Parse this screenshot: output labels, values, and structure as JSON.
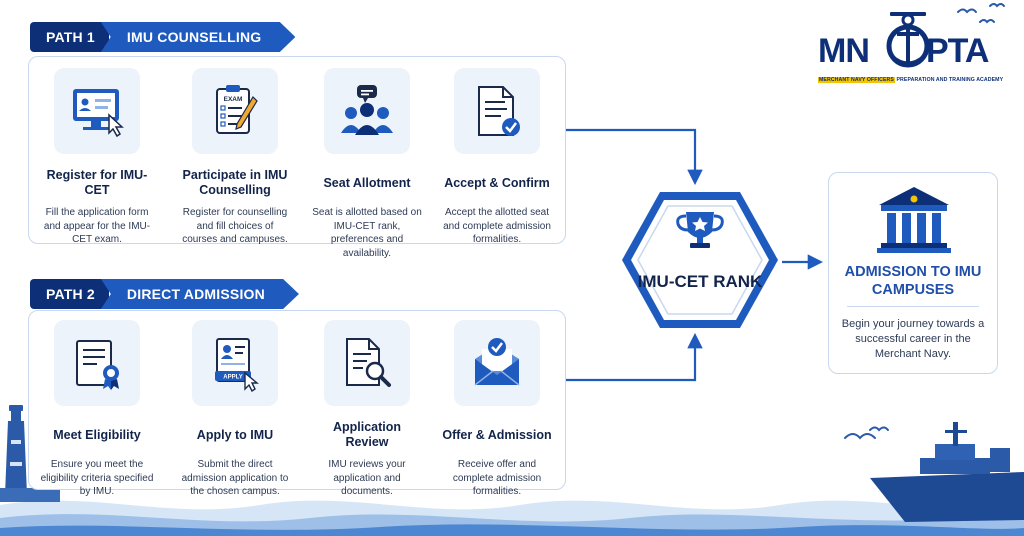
{
  "path1": {
    "tag": "PATH 1",
    "title": "IMU COUNSELLING",
    "steps": [
      {
        "title": "Register for IMU-CET",
        "desc": "Fill the application form and appear for the IMU-CET exam.",
        "icon": "computer-register-icon"
      },
      {
        "title": "Participate in IMU Counselling",
        "desc": "Register for counselling and fill choices of courses and campuses.",
        "icon": "exam-clipboard-icon",
        "icon_label": "EXAM"
      },
      {
        "title": "Seat Allotment",
        "desc": "Seat is allotted based on IMU-CET rank, preferences and availability.",
        "icon": "group-chat-icon"
      },
      {
        "title": "Accept & Confirm",
        "desc": "Accept the allotted seat and complete admission formalities.",
        "icon": "document-check-icon"
      }
    ]
  },
  "path2": {
    "tag": "PATH 2",
    "title": "DIRECT ADMISSION",
    "steps": [
      {
        "title": "Meet Eligibility",
        "desc": "Ensure you meet the eligibility criteria specified by IMU.",
        "icon": "certificate-icon"
      },
      {
        "title": "Apply to IMU",
        "desc": "Submit the direct admission application to the chosen campus.",
        "icon": "apply-form-icon",
        "icon_label": "APPLY"
      },
      {
        "title": "Application Review",
        "desc": "IMU reviews your application and documents.",
        "icon": "document-search-icon"
      },
      {
        "title": "Offer & Admission",
        "desc": "Receive offer and complete admission formalities.",
        "icon": "envelope-check-icon"
      }
    ]
  },
  "rank": {
    "label": "IMU-CET RANK",
    "icon": "trophy-icon"
  },
  "destination": {
    "title": "ADMISSION TO IMU CAMPUSES",
    "desc": "Begin your journey towards a successful career in the Merchant Navy.",
    "icon": "campus-building-icon"
  },
  "logo": {
    "text_left": "MN",
    "text_right": "PTA",
    "sub_highlight": "MERCHANT NAVY OFFICERS",
    "sub_rest": " PREPARATION AND TRAINING ACADEMY"
  },
  "colors": {
    "navy": "#0d2f78",
    "blue": "#1f5bbf",
    "accent": "#2f66c7",
    "panel_border": "#c9d8ee",
    "icon_bg": "#edf3fb"
  }
}
